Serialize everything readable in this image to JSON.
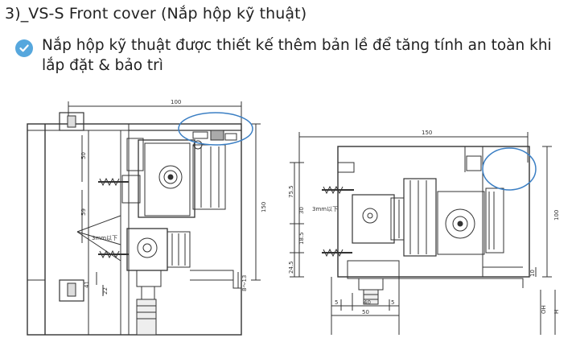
{
  "heading": {
    "title": "3)_VS-S Front cover (Nắp hộp kỹ thuật)"
  },
  "bullet": {
    "icon": "check-circle-icon",
    "icon_color": "#56a7dd",
    "text": "Nắp hộp kỹ thuật được thiết kế thêm bản lề để tăng tính an toàn khi lắp đặt & bảo trì"
  },
  "drawing_left": {
    "dim_top": "100",
    "dim_50": "50",
    "dim_59": "59",
    "dim_150": "150",
    "dim_41": "41",
    "dim_22": "22",
    "dim_8": "8～13",
    "note": "3mm以下",
    "highlight_color": "#3b7fc4"
  },
  "drawing_right": {
    "dim_top": "150",
    "dim_75": "75.5",
    "dim_30": "30",
    "dim_18": "18.5",
    "dim_24": "24.5",
    "dim_100": "100",
    "dim_10": "10",
    "dim_5a": "5",
    "dim_40": "40",
    "dim_5b": "5",
    "dim_50": "50",
    "dim_h": "H",
    "dim_oh": "OH",
    "note": "3mm以下",
    "highlight_color": "#3b7fc4"
  }
}
